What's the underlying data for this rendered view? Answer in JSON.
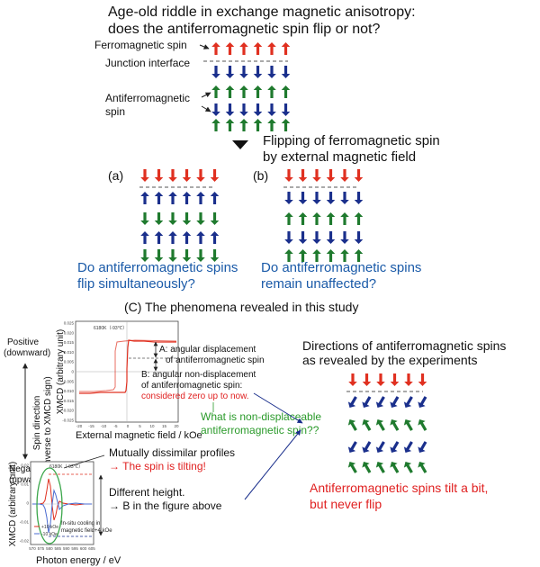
{
  "colors": {
    "red": "#e03020",
    "blue": "#1a2f8c",
    "green": "#1f7a2e",
    "question_blue": "#1a5aa8",
    "note_red": "#e02020",
    "note_green": "#2a9a2a",
    "text": "#111111"
  },
  "title": {
    "line1": "Age-old riddle in exchange magnetic anisotropy:",
    "line2": "does the antiferromagnetic spin flip or not?"
  },
  "labels": {
    "ferro": "Ferromagnetic spin",
    "junction": "Junction interface",
    "antiferro1": "Antiferromagnetic",
    "antiferro2": "spin"
  },
  "flipping": {
    "line1": "Flipping of ferromagnetic spin",
    "line2": "by external magnetic field"
  },
  "case_a": {
    "label": "(a)",
    "q1": "Do antiferromagnetic spins",
    "q2": "flip simultaneously?"
  },
  "case_b": {
    "label": "(b)",
    "q1": "Do antiferromagnetic spins",
    "q2": "remain unaffected?"
  },
  "section_c": "(C) The phenomena revealed in this study",
  "yaxis_side": {
    "positive1": "Positive",
    "positive2": "(downward)",
    "negative1": "Negative",
    "negative2": "(upward)",
    "rot1": "Spin direction",
    "rot2": "(inverse to XMCD sign)"
  },
  "hysteresis": {
    "ylabel": "XMCD (arbitrary unit)",
    "xlabel": "External magnetic field / kOe",
    "inset": "6180K（-93℃）",
    "a1": "A: angular displacement",
    "a2": "of antiferromagnetic spin",
    "b1": "B: angular non-displacement",
    "b2": "of antiferromagnetic spin:",
    "b3": "considered zero up to now.",
    "yticks": [
      "0.025",
      "0.020",
      "0.015",
      "0.010",
      "0.005",
      "0",
      "-0.005",
      "-0.010",
      "-0.015",
      "-0.020",
      "-0.025"
    ],
    "xticks": [
      "-20",
      "-15",
      "-10",
      "-5",
      "0",
      "5",
      "10",
      "15",
      "20"
    ]
  },
  "nondisp": {
    "q1": "What is non-displaceable",
    "q2": "antiferromagnetic spin??"
  },
  "spectrum": {
    "ylabel": "XMCD (arbitrary unit)",
    "xlabel": "Photon energy / eV",
    "inset": "6180K（-93℃）",
    "legend1": "+10 kOe",
    "legend2": "-10 kOe",
    "legend3a": "In-situ cooling in",
    "legend3b": "magnetic field+4 kOe",
    "yticks": [
      "0.02",
      "0.01",
      "0",
      "-0.01",
      "-0.02"
    ],
    "xticks": [
      "570",
      "575",
      "580",
      "585",
      "590",
      "595",
      "600",
      "605"
    ]
  },
  "profiles": {
    "l1": "Mutually dissimilar profiles",
    "l2": "→ The spin is tilting!"
  },
  "height": {
    "l1": "Different height.",
    "l2": "→ B in the figure above"
  },
  "directions": {
    "l1": "Directions of antiferromagnetic spins",
    "l2": "as revealed by the experiments"
  },
  "conclusion": {
    "l1": "Antiferromagnetic spins tilt a bit,",
    "l2": "but never flip"
  }
}
